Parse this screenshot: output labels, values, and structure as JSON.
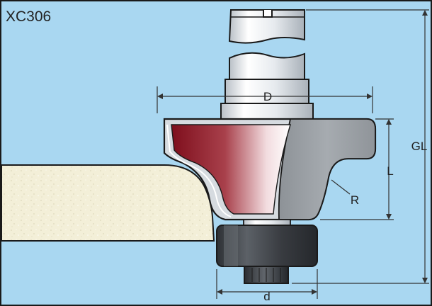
{
  "title": "XC306",
  "dimensions": {
    "D": "D",
    "L": "L",
    "GL": "GL",
    "R": "R",
    "d": "d"
  },
  "colors": {
    "background": "#a9d7f1",
    "frame": "#1a1a1a",
    "workpiece": "#f2eed6",
    "cutter_red": "#8e1220",
    "body_gray": "#9a9ea3",
    "shank_light": "#eef1f4",
    "bearing_dark": "#3a3d42",
    "dimension_line": "#333333"
  }
}
